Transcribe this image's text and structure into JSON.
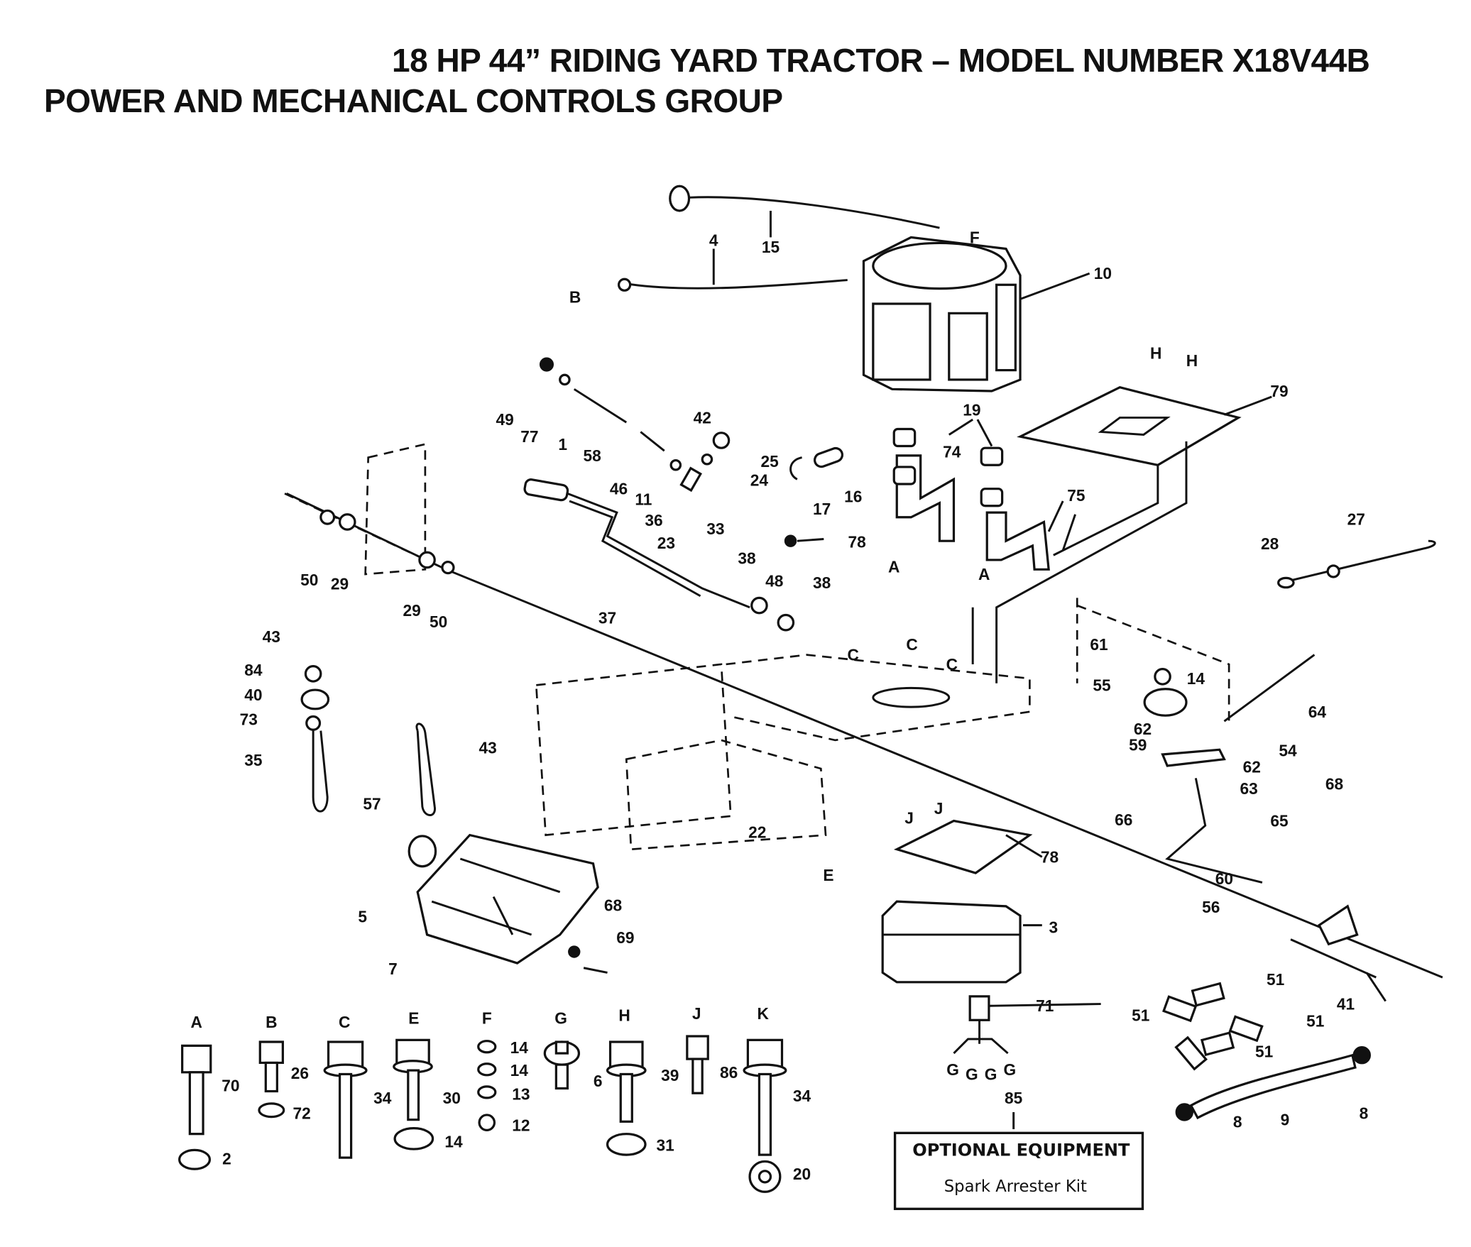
{
  "header": {
    "title": "18 HP 44” RIDING YARD TRACTOR – MODEL NUMBER X18V44B",
    "subtitle": "POWER AND MECHANICAL CONTROLS GROUP"
  },
  "optional_equipment": {
    "callout": "85",
    "heading": "OPTIONAL EQUIPMENT",
    "item": "Spark Arrester Kit"
  },
  "callouts": [
    "15",
    "4",
    "B",
    "F",
    "10",
    "H",
    "H",
    "79",
    "19",
    "74",
    "75",
    "A",
    "A",
    "49",
    "77",
    "58",
    "42",
    "25",
    "24",
    "46",
    "11",
    "1",
    "23",
    "33",
    "17",
    "16",
    "78",
    "36",
    "27",
    "28",
    "50",
    "29",
    "29",
    "50",
    "38",
    "48",
    "38",
    "37",
    "C",
    "C",
    "C",
    "61",
    "14",
    "55",
    "64",
    "62",
    "59",
    "54",
    "62",
    "63",
    "68",
    "66",
    "65",
    "60",
    "56",
    "43",
    "84",
    "40",
    "73",
    "35",
    "43",
    "57",
    "22",
    "E",
    "J",
    "J",
    "78",
    "5",
    "7",
    "68",
    "69",
    "3",
    "41",
    "51",
    "51",
    "51",
    "51",
    "71",
    "G",
    "G",
    "G",
    "G",
    "8",
    "9",
    "8"
  ],
  "hardware": [
    {
      "letter": "A",
      "parts": [
        "70",
        "2"
      ]
    },
    {
      "letter": "B",
      "parts": [
        "26",
        "72"
      ]
    },
    {
      "letter": "C",
      "parts": [
        "34"
      ]
    },
    {
      "letter": "E",
      "parts": [
        "30",
        "14"
      ]
    },
    {
      "letter": "F",
      "parts": [
        "14",
        "14",
        "13",
        "12"
      ]
    },
    {
      "letter": "G",
      "parts": [
        "6"
      ]
    },
    {
      "letter": "H",
      "parts": [
        "39",
        "31"
      ]
    },
    {
      "letter": "J",
      "parts": [
        "86"
      ]
    },
    {
      "letter": "K",
      "parts": [
        "34",
        "20"
      ]
    }
  ]
}
